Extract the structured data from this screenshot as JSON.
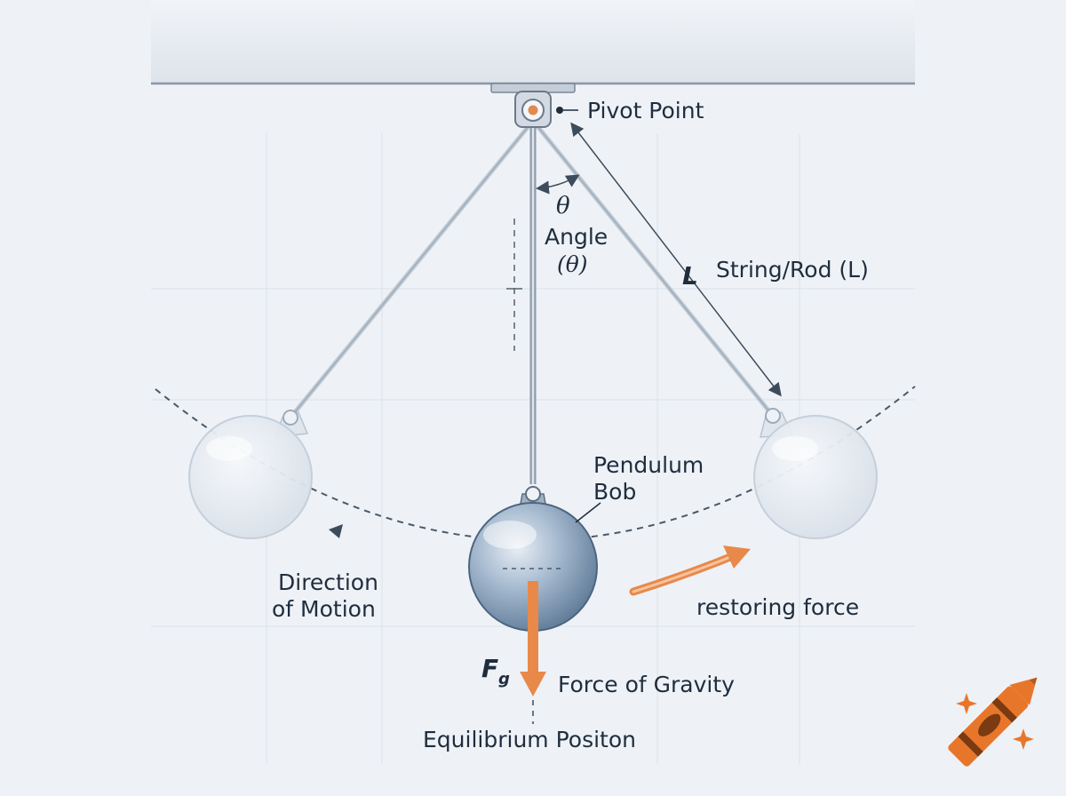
{
  "labels": {
    "pivot_point": "Pivot Point",
    "theta_symbol": "θ",
    "angle_line1": "Angle",
    "angle_line2": "(θ)",
    "length_symbol": "L",
    "string_rod": "String/Rod (L)",
    "bob_line1": "Pendulum",
    "bob_line2": "Bob",
    "direction_line1": "Direction",
    "direction_line2": "of Motion",
    "restoring_force": "restoring force",
    "fg_symbol": "F",
    "fg_subscript": "g",
    "force_of_gravity": "Force of Gravity",
    "equilibrium_position": "Equilibrium Positon"
  },
  "colors": {
    "background": "#eef2f7",
    "ceiling": "#e3e8ee",
    "string": "#a9b6c4",
    "bob_fill": "#8fa6bf",
    "ghost_bob_fill": "#dfe6ee",
    "force_arrow": "#e8894a",
    "text": "#1f2d3d",
    "crayon": "#e8762a"
  },
  "icons": {
    "logo": "crayon-icon"
  }
}
